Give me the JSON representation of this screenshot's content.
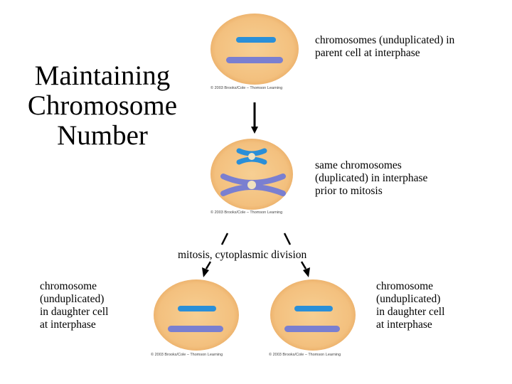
{
  "title": {
    "lines": [
      "Maintaining",
      "Chromosome",
      "Number"
    ]
  },
  "labels": {
    "parent_interphase": [
      "chromosomes (unduplicated) in",
      "parent cell at interphase"
    ],
    "duplicated": [
      "same chromosomes",
      "(duplicated) in interphase",
      "prior to mitosis"
    ],
    "division": "mitosis, cytoplasmic division",
    "daughter_left": [
      "chromosome",
      "(unduplicated)",
      "in daughter cell",
      "at interphase"
    ],
    "daughter_right": [
      "chromosome",
      "(unduplicated)",
      "in daughter cell",
      "at interphase"
    ]
  },
  "credits": {
    "top": "© 2003 Brooks/Cole – Thomson Learning",
    "middle": "© 2003 Brooks/Cole – Thomson Learning",
    "left": "© 2003 Brooks/Cole – Thomson Learning",
    "right": "© 2003 Brooks/Cole – Thomson Learning"
  },
  "colors": {
    "cell_fill": "#f5c98a",
    "cell_edge": "#e8a860",
    "chromosome_blue": "#2a8fd8",
    "chromosome_purple": "#7a7fd0",
    "centromere": "#f0e2c0"
  }
}
